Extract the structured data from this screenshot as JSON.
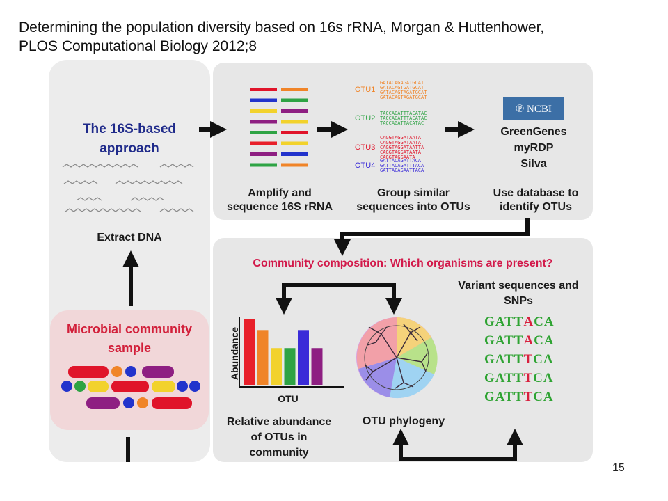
{
  "slide": {
    "title_line1": "Determining the population diversity based on 16s rRNA, Morgan & Huttenhower,",
    "title_line2": "PLOS Computational Biology 2012;8",
    "page_number": "15"
  },
  "left_panel": {
    "approach_line1": "The 16S-based",
    "approach_line2": "approach",
    "extract_label": "Extract DNA",
    "sample_line1": "Microbial community",
    "sample_line2": "sample"
  },
  "top_panel": {
    "step1_line1": "Amplify and",
    "step1_line2": "sequence 16S rRNA",
    "step2_line1": "Group similar",
    "step2_line2": "sequences into OTUs",
    "step3_line1": "Use database to",
    "step3_line2": "identify OTUs",
    "ncbi_logo": "NCBI",
    "databases": [
      "GreenGenes",
      "myRDP",
      "Silva"
    ],
    "otu_labels": [
      "OTU1",
      "OTU2",
      "OTU3",
      "OTU4"
    ],
    "otu_sequences": [
      [
        "GATACAGAGATGCAT",
        "GATACAGTGATGCAT",
        "GATACAGTAGATGCAT",
        "GATACAGTAGATGCAT"
      ],
      [
        "TACCAGATTTACATAC",
        "TACCAGATTTACATAC",
        "TACCAGATTACATAC"
      ],
      [
        "CAGGTAGGATAATA",
        "CAGGTAGGATAATA",
        "CAGGTAGGATAATTA",
        "CAGGTAGGATAATA",
        "CAGGTAGGAATA"
      ],
      [
        "GATTACAGATTACA",
        "GATTACAGATTTACA",
        "GATTACAGAATTACA"
      ]
    ]
  },
  "bottom_panel": {
    "question": "Community composition: Which organisms are present?",
    "variant_title_line1": "Variant sequences and",
    "variant_title_line2": "SNPs",
    "variants": [
      {
        "pre": "GATT",
        "snp": "A",
        "post": "CA"
      },
      {
        "pre": "GATT",
        "snp": "A",
        "post": "CA"
      },
      {
        "pre": "GATT",
        "snp": "T",
        "post": "CA"
      },
      {
        "pre": "GATT",
        "snp": "T",
        "post": "CA"
      },
      {
        "pre": "GATT",
        "snp": "T",
        "post": "CA"
      }
    ],
    "abundance_caption_line1": "Relative abundance",
    "abundance_caption_line2": "of  OTUs in",
    "abundance_caption_line3": "community",
    "phylogeny_caption": "OTU phylogeny"
  },
  "chart_data": {
    "type": "bar",
    "xlabel": "OTU",
    "ylabel": "Abundance",
    "values": [
      1.0,
      0.83,
      0.56,
      0.56,
      0.83,
      0.56
    ],
    "colors": [
      "#e8202a",
      "#f08428",
      "#f2d22c",
      "#2ea344",
      "#3a2bd8",
      "#8e1f82"
    ],
    "ylim": [
      0,
      1
    ]
  },
  "colors": {
    "seq_bar_left": [
      "#e0142a",
      "#2233cc",
      "#f2d22c",
      "#8e1f82",
      "#2ea344",
      "#e8202a",
      "#8e1f82",
      "#2ea344"
    ],
    "seq_bar_right": [
      "#f08428",
      "#2ea344",
      "#8e1f82",
      "#f2d22c",
      "#e0142a",
      "#f2d22c",
      "#2233cc",
      "#f08428"
    ],
    "otu": [
      "#f08428",
      "#2ea344",
      "#e0142a",
      "#3a2bd8"
    ],
    "phylogeny": [
      "#f2a0a8",
      "#f5d27a",
      "#b8e28a",
      "#9fd3f2",
      "#9b8ee8",
      "#d6a2e6"
    ]
  }
}
